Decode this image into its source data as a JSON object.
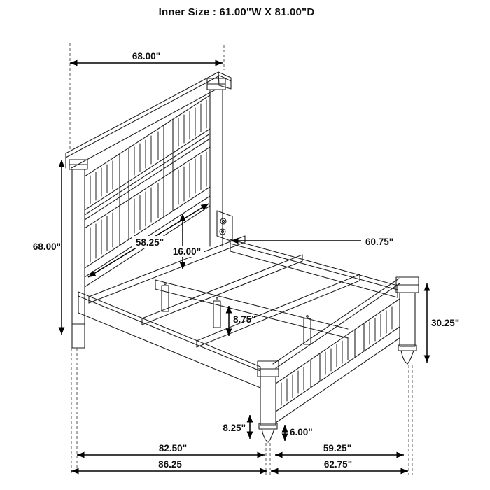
{
  "title": "Inner Size : 61.00\"W X 81.00\"D",
  "colors": {
    "line": "#1f1f1f",
    "dimension": "#000000",
    "dashed": "#5a5a5a",
    "label": "#111111",
    "background": "#ffffff"
  },
  "dimensions": {
    "headboard_width": "68.00\"",
    "headboard_height": "68.00\"",
    "headboard_inner_width": "58.25\"",
    "headboard_to_rail": "16.00\"",
    "side_rail_length": "60.75\"",
    "center_leg_height": "8.75\"",
    "footboard_height": "30.25\"",
    "rail_clearance": "8.25\"",
    "footboard_leg_height": "6.00\"",
    "inner_frame_length": "82.50\"",
    "footboard_inner_width": "59.25\"",
    "overall_depth": "86.25",
    "footboard_width": "62.75\""
  }
}
